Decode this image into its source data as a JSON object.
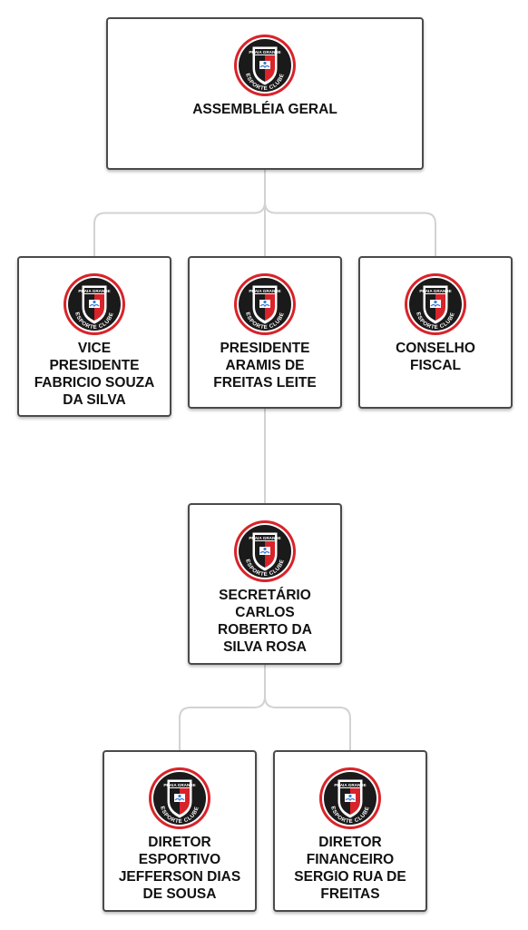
{
  "colors": {
    "connector": "#d2d2d2",
    "border": "#4a4a4a",
    "logo_red": "#d8232a",
    "logo_black": "#1a1a1a"
  },
  "logo": {
    "top_text": "PRAIA GRANDE",
    "bottom_text": "ESPORTE CLUBE",
    "icon": "praia-grande-crest-icon"
  },
  "nodes": [
    {
      "id": "assembleia",
      "lines": [
        "ASSEMBLÉIA GERAL"
      ]
    },
    {
      "id": "vice",
      "lines": [
        "VICE",
        "PRESIDENTE",
        "FABRICIO SOUZA",
        "DA SILVA"
      ]
    },
    {
      "id": "presidente",
      "lines": [
        "PRESIDENTE",
        "ARAMIS DE",
        "FREITAS LEITE"
      ]
    },
    {
      "id": "conselho",
      "lines": [
        "CONSELHO",
        "FISCAL"
      ]
    },
    {
      "id": "secretario",
      "lines": [
        "SECRETÁRIO",
        "CARLOS",
        "ROBERTO DA",
        "SILVA ROSA"
      ]
    },
    {
      "id": "esportivo",
      "lines": [
        "DIRETOR",
        "ESPORTIVO",
        "JEFFERSON DIAS",
        "DE SOUSA"
      ]
    },
    {
      "id": "financeiro",
      "lines": [
        "DIRETOR",
        "FINANCEIRO",
        "SERGIO RUA DE",
        "FREITAS"
      ]
    }
  ],
  "edges": [
    [
      "assembleia",
      "vice"
    ],
    [
      "assembleia",
      "presidente"
    ],
    [
      "assembleia",
      "conselho"
    ],
    [
      "presidente",
      "secretario"
    ],
    [
      "secretario",
      "esportivo"
    ],
    [
      "secretario",
      "financeiro"
    ]
  ]
}
